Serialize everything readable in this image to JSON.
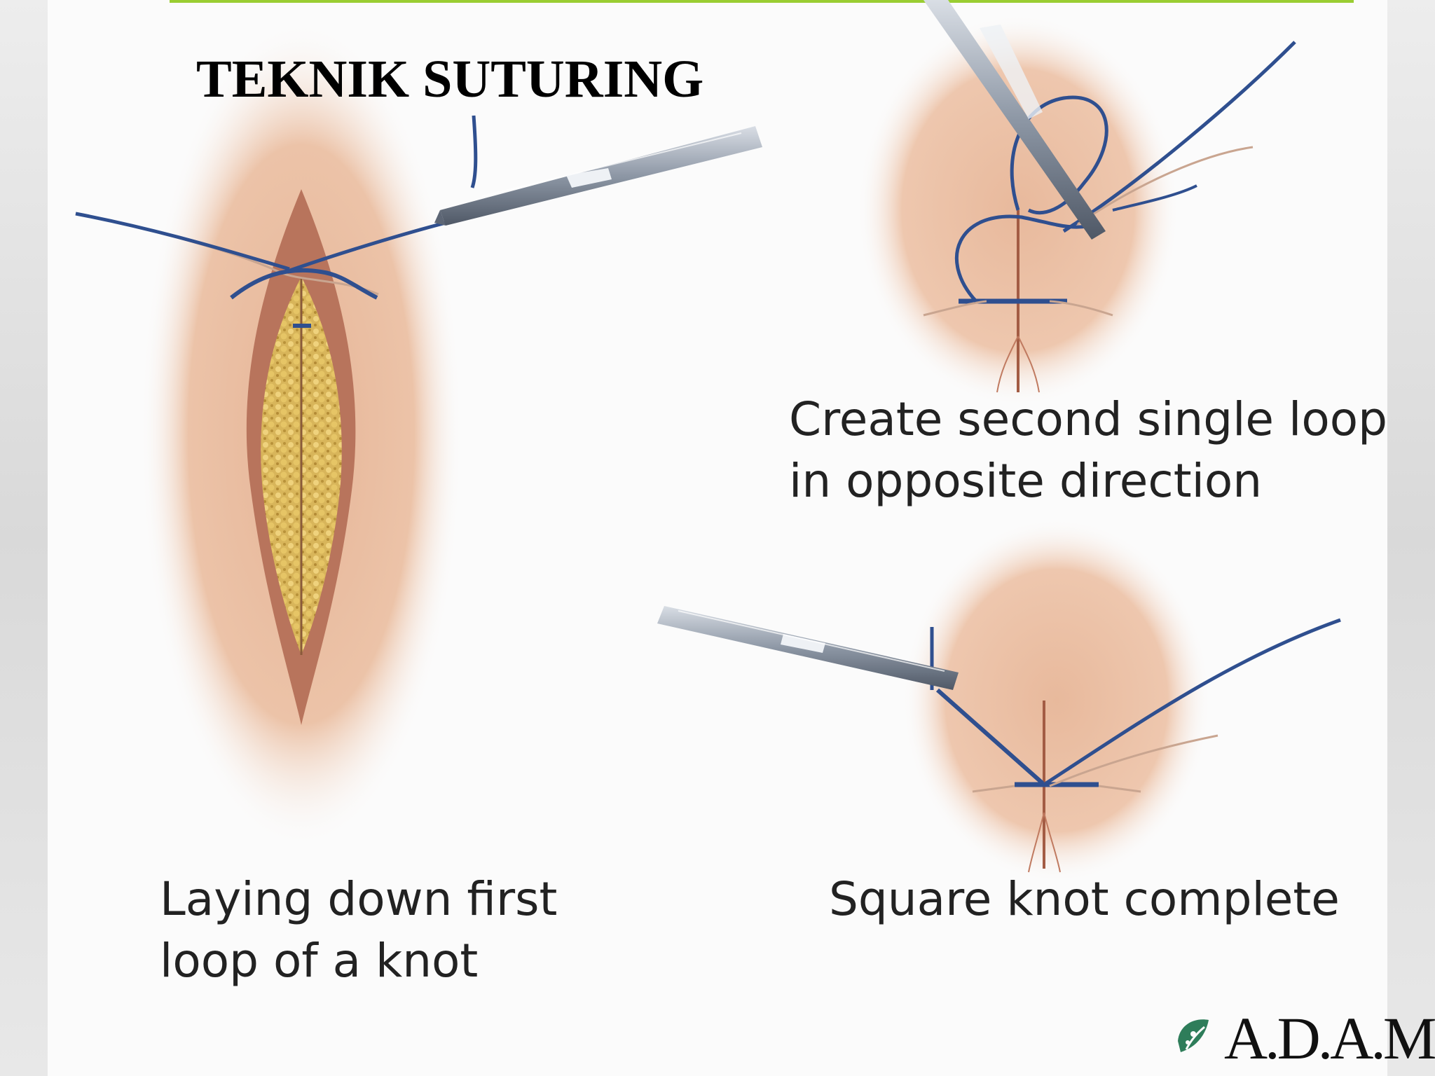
{
  "slide": {
    "title": "TEKNIK SUTURING",
    "accent_color": "#9acd32"
  },
  "panels": [
    {
      "caption": [
        "Laying down first",
        "loop of a knot"
      ]
    },
    {
      "caption": [
        "Create second single loop",
        "in opposite direction"
      ]
    },
    {
      "caption": [
        "Square knot complete"
      ]
    }
  ],
  "logo": {
    "text": "A.D.A.M.",
    "icon": "leaf-icon"
  },
  "colors": {
    "skin": "#e9b99c",
    "suture": "#2f4f8f",
    "instrument": "#8c96a3",
    "wound": "#c9a54a"
  }
}
